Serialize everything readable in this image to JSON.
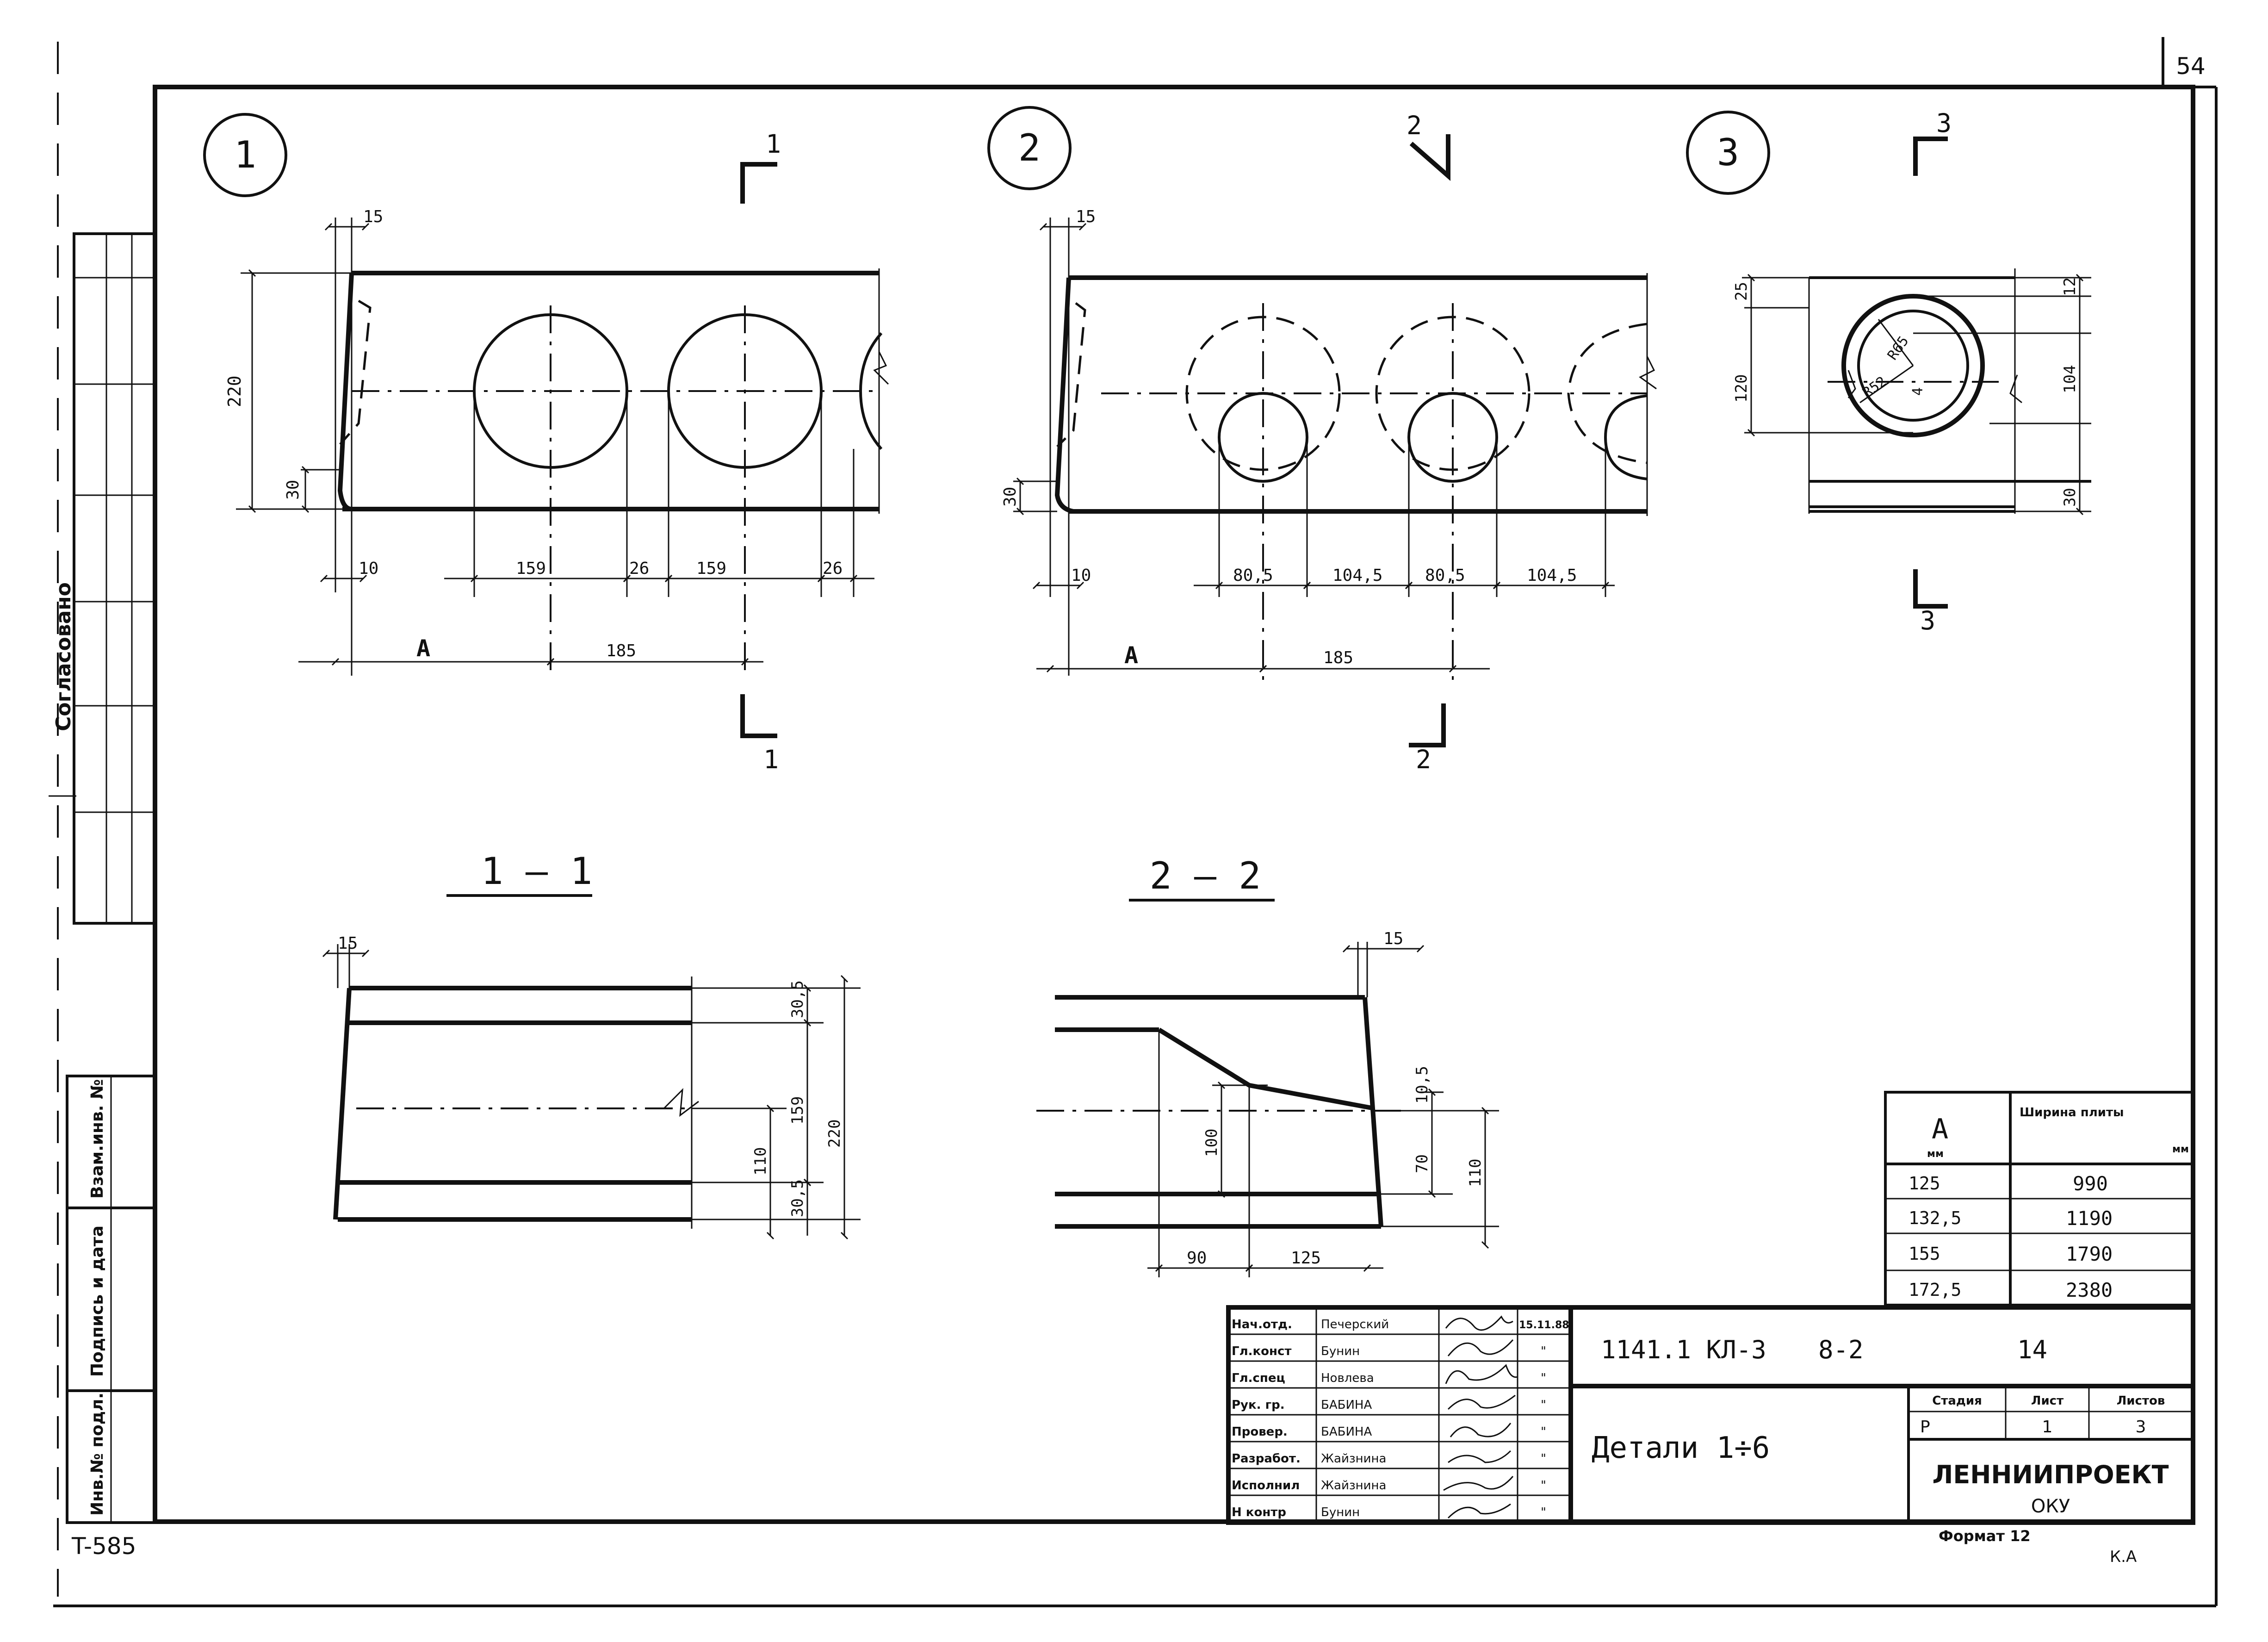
{
  "sheet": {
    "page_number": "54",
    "inventory_code": "T-585",
    "format_label": "Формат 12",
    "corner_mark": "К.А"
  },
  "left_strip": {
    "approved": "Согласовано",
    "ref_inv": "Взам.инв. №",
    "sign_date": "Подпись и дата",
    "inv_orig": "Инв.№ подл."
  },
  "details": {
    "marker_1": "1",
    "marker_2": "2",
    "marker_3": "3",
    "cut_1": "1",
    "cut_2": "2",
    "cut_3": "3",
    "section_1_title": "1 — 1",
    "section_2_title": "2 — 2",
    "letter_a": "A"
  },
  "dims": {
    "d1_15": "15",
    "d1_220": "220",
    "d1_30": "30",
    "d1_10": "10",
    "d1_159a": "159",
    "d1_26a": "26",
    "d1_159b": "159",
    "d1_26b": "26",
    "d1_185": "185",
    "d2_15": "15",
    "d2_30": "30",
    "d2_10": "10",
    "d2_80a": "80,5",
    "d2_104a": "104,5",
    "d2_80b": "80,5",
    "d2_104b": "104,5",
    "d2_185": "185",
    "d3_25": "25",
    "d3_120": "120",
    "d3_12": "12",
    "d3_104": "104",
    "d3_30": "30",
    "d3_r65": "R65",
    "d3_r52": "R52",
    "d3_4": "4",
    "s1_15": "15",
    "s1_305a": "30,5",
    "s1_159": "159",
    "s1_220": "220",
    "s1_110": "110",
    "s1_305b": "30,5",
    "s2_15": "15",
    "s2_105": "10,5",
    "s2_100": "100",
    "s2_70": "70",
    "s2_110": "110",
    "s2_90": "90",
    "s2_125": "125"
  },
  "width_table": {
    "header_a": "A",
    "header_a_unit": "мм",
    "header_w": "Ширина плиты",
    "header_w_unit": "мм",
    "rows": [
      {
        "a": "125",
        "w": "990"
      },
      {
        "a": "132,5",
        "w": "1190"
      },
      {
        "a": "155",
        "w": "1790"
      },
      {
        "a": "172,5",
        "w": "2380"
      }
    ]
  },
  "title_block": {
    "rows": [
      {
        "role": "Нач.отд.",
        "name": "Печерский",
        "n": "15.11.88"
      },
      {
        "role": "Гл.конст",
        "name": "Бунин",
        "n": "\""
      },
      {
        "role": "Гл.спец",
        "name": "Новлева",
        "n": "\""
      },
      {
        "role": "Рук. гр.",
        "name": "БАБИНА",
        "n": "\""
      },
      {
        "role": "Провер.",
        "name": "БАБИНА",
        "n": "\""
      },
      {
        "role": "Разработ.",
        "name": "Жайзнина",
        "n": "\""
      },
      {
        "role": "Исполнил",
        "name": "Жайзнина",
        "n": "\""
      },
      {
        "role": "Н контр",
        "name": "Бунин",
        "n": "\""
      }
    ],
    "doc_code": "1141.1 КЛ-3",
    "issue": "8-2",
    "sheet_ref": "14",
    "drawing_name": "Детали 1÷6",
    "stage_label": "Стадия",
    "sheet_label": "Лист",
    "sheets_label": "Листов",
    "stage_value": "Р",
    "sheet_value": "1",
    "sheets_value": "3",
    "org": "ЛЕННИИПРОЕКТ",
    "dept": "ОКУ"
  }
}
